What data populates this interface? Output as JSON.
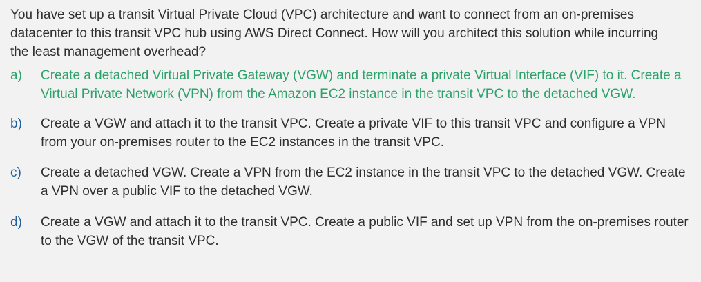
{
  "question": {
    "text": "You have set up a transit Virtual Private Cloud (VPC) architecture and want to connect from an on-premises datacenter to this transit VPC hub using AWS Direct Connect. How will you architect this solution while incurring the least management overhead?"
  },
  "options": [
    {
      "letter": "a)",
      "text": "Create a detached Virtual Private Gateway (VGW) and terminate a private Virtual Interface (VIF) to it. Create a Virtual Private Network (VPN) from the Amazon EC2 instance in the transit VPC to the detached VGW.",
      "highlighted": true
    },
    {
      "letter": "b)",
      "text": "Create a VGW and attach it to the transit VPC. Create a private VIF to this transit VPC and configure a VPN from your on-premises router to the EC2 instances in the transit VPC.",
      "highlighted": false
    },
    {
      "letter": "c)",
      "text": "Create a detached VGW. Create a VPN from the EC2 instance in the transit VPC to the detached VGW. Create a VPN over a public VIF to the detached VGW.",
      "highlighted": false
    },
    {
      "letter": "d)",
      "text": "Create a VGW and attach it to the transit VPC. Create a public VIF and set up VPN from the on-premises router to the VGW of the transit VPC.",
      "highlighted": false
    }
  ],
  "colors": {
    "background": "#f2f2f2",
    "text": "#2f2f2f",
    "letter": "#1f5f9e",
    "highlight": "#2ea26b"
  }
}
